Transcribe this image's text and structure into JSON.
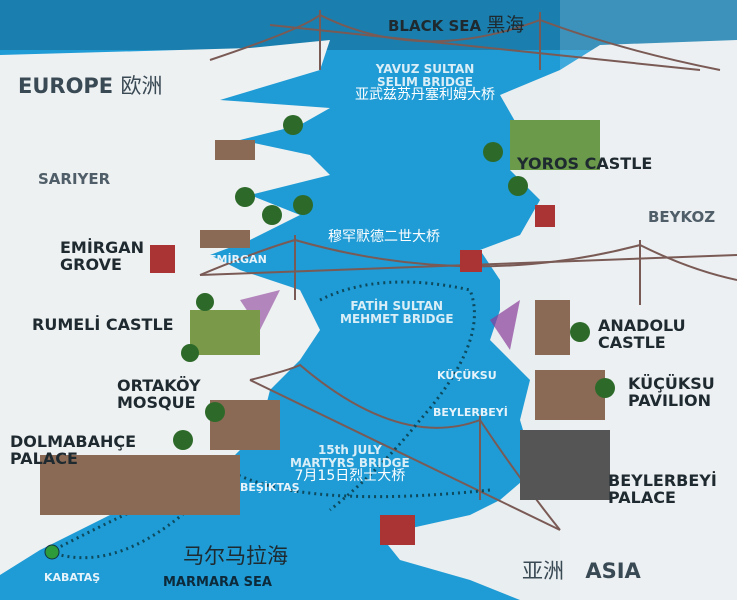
{
  "seas": {
    "black_sea": "BLACK SEA",
    "black_sea_cn": "黑海",
    "marmara_sea": "MARMARA SEA",
    "marmara_sea_cn": "马尔马拉海"
  },
  "continents": {
    "europe": "EUROPE",
    "europe_cn": "欧洲",
    "asia": "ASIA",
    "asia_cn": "亚洲"
  },
  "bridges": [
    {
      "name_line1": "YAVUZ SULTAN",
      "name_line2": "SELIM BRIDGE",
      "cn": "亚武兹苏丹塞利姆大桥"
    },
    {
      "name_line1": "FATİH SULTAN",
      "name_line2": "MEHMET BRIDGE",
      "cn": "穆罕默德二世大桥"
    },
    {
      "name_line1": "15th JULY",
      "name_line2": "MARTYRS BRIDGE",
      "cn": "7月15日烈士大桥"
    }
  ],
  "districts": {
    "sariyer": "SARIYER",
    "beykoz": "BEYKOZ",
    "emirgan": "EMİRGAN",
    "kucuksu": "KÜÇÜKSU",
    "beylerbeyi": "BEYLERBEYİ",
    "besiktas": "BEŞİKTAŞ",
    "kabatas": "KABATAŞ"
  },
  "landmarks": {
    "yoros": "YOROS CASTLE",
    "emirgan_grove": [
      "EMİRGAN",
      "GROVE"
    ],
    "rumeli": "RUMELİ CASTLE",
    "ortakoy": [
      "ORTAKÖY",
      "MOSQUE"
    ],
    "dolmabahce": [
      "DOLMABAHÇE",
      "PALACE"
    ],
    "anadolu": [
      "ANADOLU",
      "CASTLE"
    ],
    "kucuksu_pavilion": [
      "KÜÇÜKSU",
      "PAVILION"
    ],
    "beylerbeyi_palace": [
      "BEYLERBEYİ",
      "PALACE"
    ]
  },
  "colors": {
    "water": "#1f9bd5",
    "land": "#eef1f2",
    "route": "#0d4a5e",
    "pier": "#2e9b3a",
    "shore": "#8a3d9a"
  }
}
